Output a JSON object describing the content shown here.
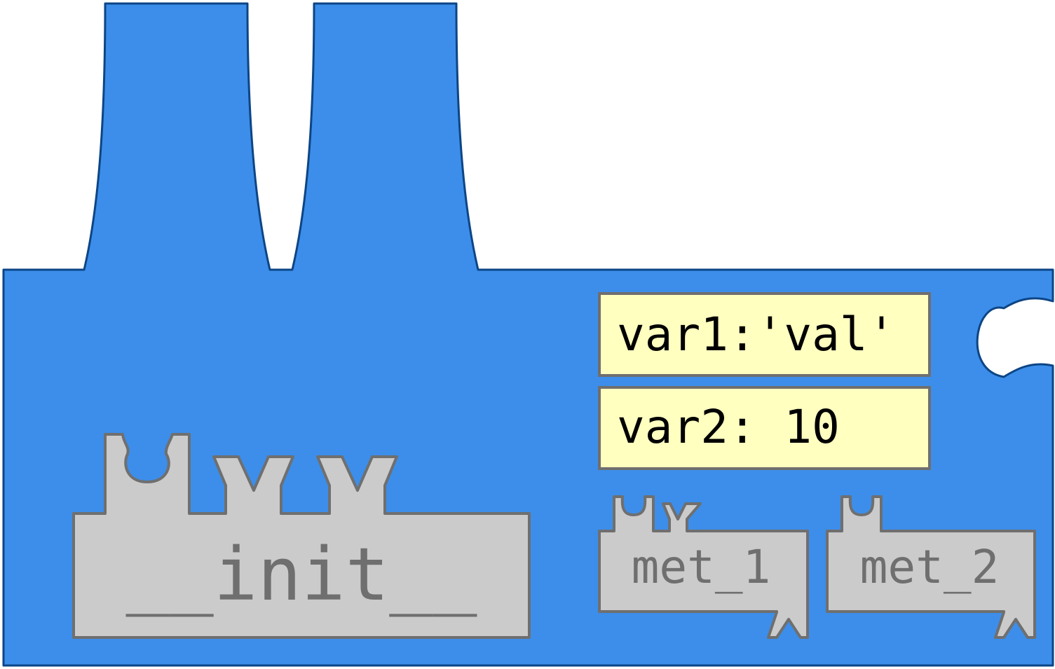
{
  "diagram": {
    "colors": {
      "class_body": "#3c8eea",
      "class_outline": "#0d4585",
      "method_fill": "#cbcbcb",
      "method_outline": "#6f6f6f",
      "method_text": "#6f6f6f",
      "attribute_fill": "#ffffc0",
      "attribute_text": "#000000"
    },
    "constructor": {
      "label": "__init__"
    },
    "attributes": [
      {
        "label": "var1:'val'"
      },
      {
        "label": "var2: 10"
      }
    ],
    "methods": [
      {
        "label": "met_1"
      },
      {
        "label": "met_2"
      }
    ]
  }
}
